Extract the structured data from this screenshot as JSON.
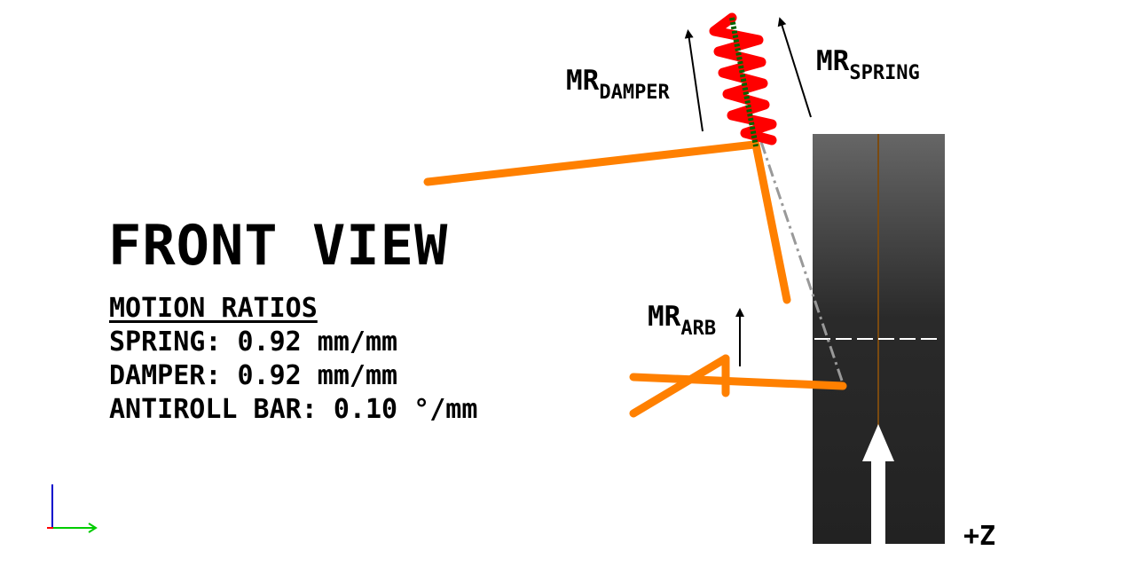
{
  "view_title": "FRONT VIEW",
  "motion_ratios": {
    "heading": "MOTION RATIOS",
    "spring": "SPRING: 0.92 mm/mm",
    "damper": "DAMPER: 0.92 mm/mm",
    "antiroll_bar": "ANTIROLL BAR: 0.10 °/mm"
  },
  "arrow_labels": {
    "damper": {
      "main": "MR",
      "sub": "DAMPER"
    },
    "spring": {
      "main": "MR",
      "sub": "SPRING"
    },
    "arb": {
      "main": "MR",
      "sub": "ARB"
    }
  },
  "direction_label": "+Z",
  "colors": {
    "suspension_member": "#ff8000",
    "spring_coil": "#ff0000",
    "damper_body": "#006400",
    "tire_dark": "#222222",
    "tire_light": "#666666",
    "axis_x": "#00cc00",
    "axis_y": "#0000cc",
    "axis_z": "#ff0000"
  }
}
